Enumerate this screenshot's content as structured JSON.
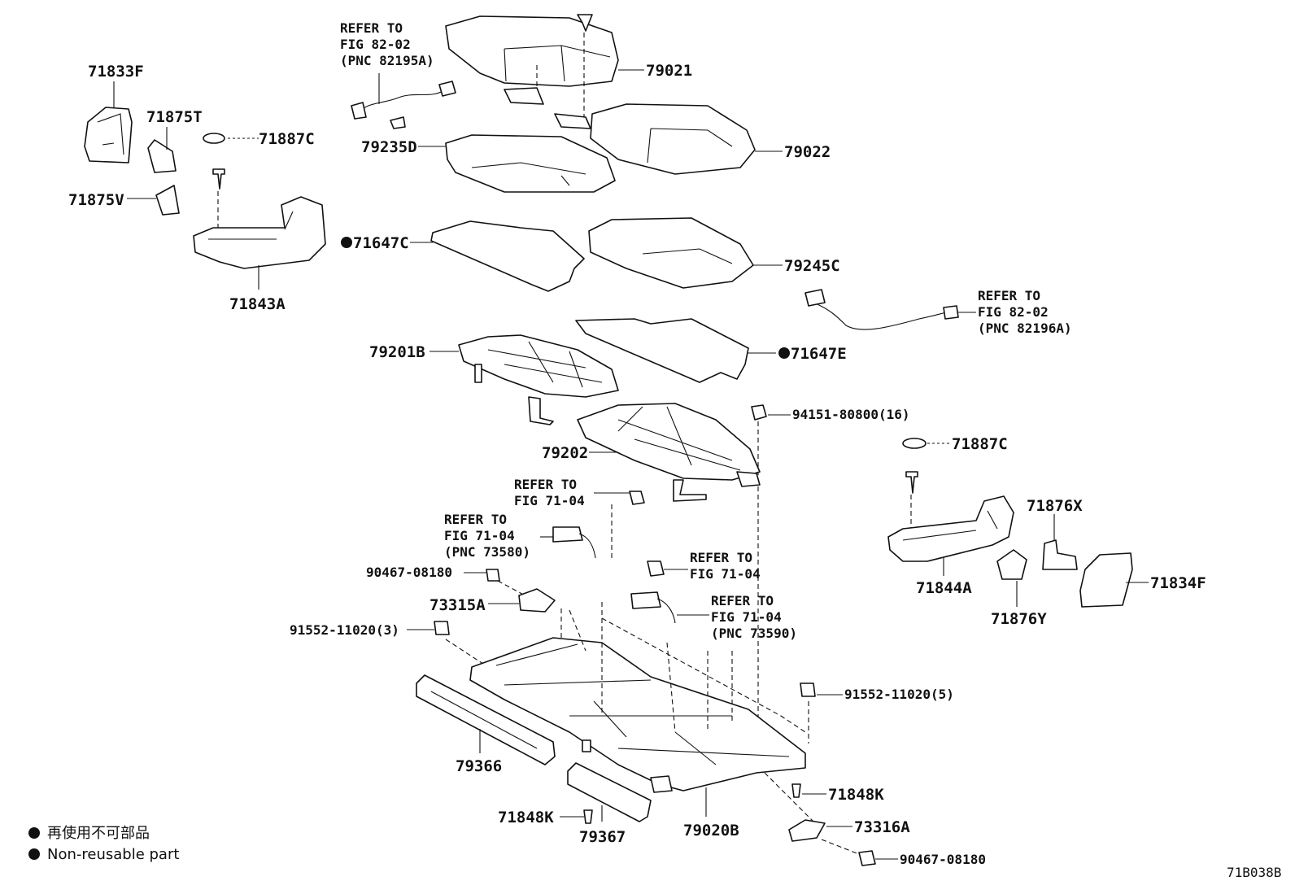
{
  "labels": {
    "p71833F": "71833F",
    "p71875T": "71875T",
    "p71887C_l": "71887C",
    "p71875V": "71875V",
    "p71843A": "71843A",
    "p79021": "79021",
    "p79022": "79022",
    "p79235D": "79235D",
    "p71647C": "71647C",
    "p79245C": "79245C",
    "p71647E": "71647E",
    "p79201B": "79201B",
    "p94151": "94151-80800(16)",
    "p79202": "79202",
    "p71887C_r": "71887C",
    "p71876X": "71876X",
    "p71844A": "71844A",
    "p71834F": "71834F",
    "p71876Y": "71876Y",
    "p90467_a": "90467-08180",
    "p73315A": "73315A",
    "p91552_3": "91552-11020(3)",
    "p91552_5": "91552-11020(5)",
    "p79366": "79366",
    "p71848K_r": "71848K",
    "p71848K_l": "71848K",
    "p73316A": "73316A",
    "p79367": "79367",
    "p79020B": "79020B",
    "p90467_b": "90467-08180"
  },
  "refs": {
    "r1": [
      "REFER TO",
      "FIG 82-02",
      "(PNC 82195A)"
    ],
    "r2": [
      "REFER TO",
      "FIG 82-02",
      "(PNC 82196A)"
    ],
    "r3": [
      "REFER TO",
      "FIG 71-04"
    ],
    "r4": [
      "REFER TO",
      "FIG 71-04",
      "(PNC 73580)"
    ],
    "r5": [
      "REFER TO",
      "FIG 71-04"
    ],
    "r6": [
      "REFER TO",
      "FIG 71-04",
      "(PNC 73590)"
    ]
  },
  "legend": {
    "jp": "再使用不可部品",
    "en": "Non-reusable part"
  },
  "figure_code": "71B038B"
}
